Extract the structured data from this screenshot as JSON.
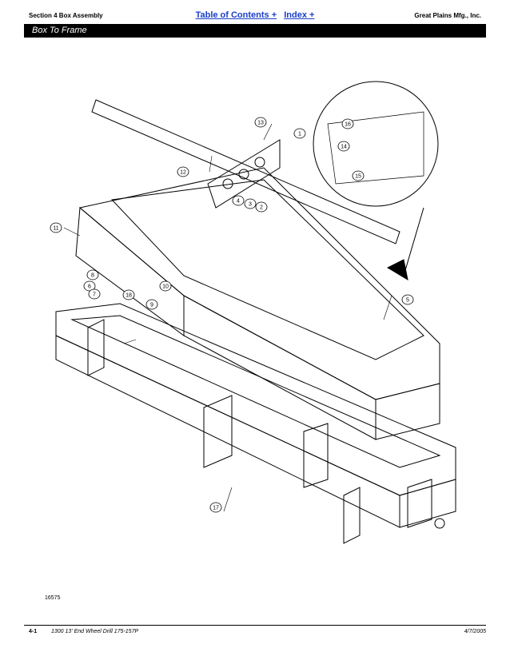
{
  "header": {
    "section": "Section 4 Box Assembly",
    "toc_link": "Table of Contents",
    "index_link": "Index",
    "company": "Great Plains Mfg., Inc."
  },
  "title_bar": "Box To Frame",
  "figure_number": "16575",
  "callouts": [
    "1",
    "2",
    "3",
    "4",
    "5",
    "6",
    "7",
    "8",
    "9",
    "10",
    "11",
    "12",
    "13",
    "14",
    "15",
    "16",
    "17",
    "18"
  ],
  "footer": {
    "page": "4-1",
    "doc": "1300 13' End Wheel Drill   175-157P",
    "date": "4/7/2005"
  }
}
